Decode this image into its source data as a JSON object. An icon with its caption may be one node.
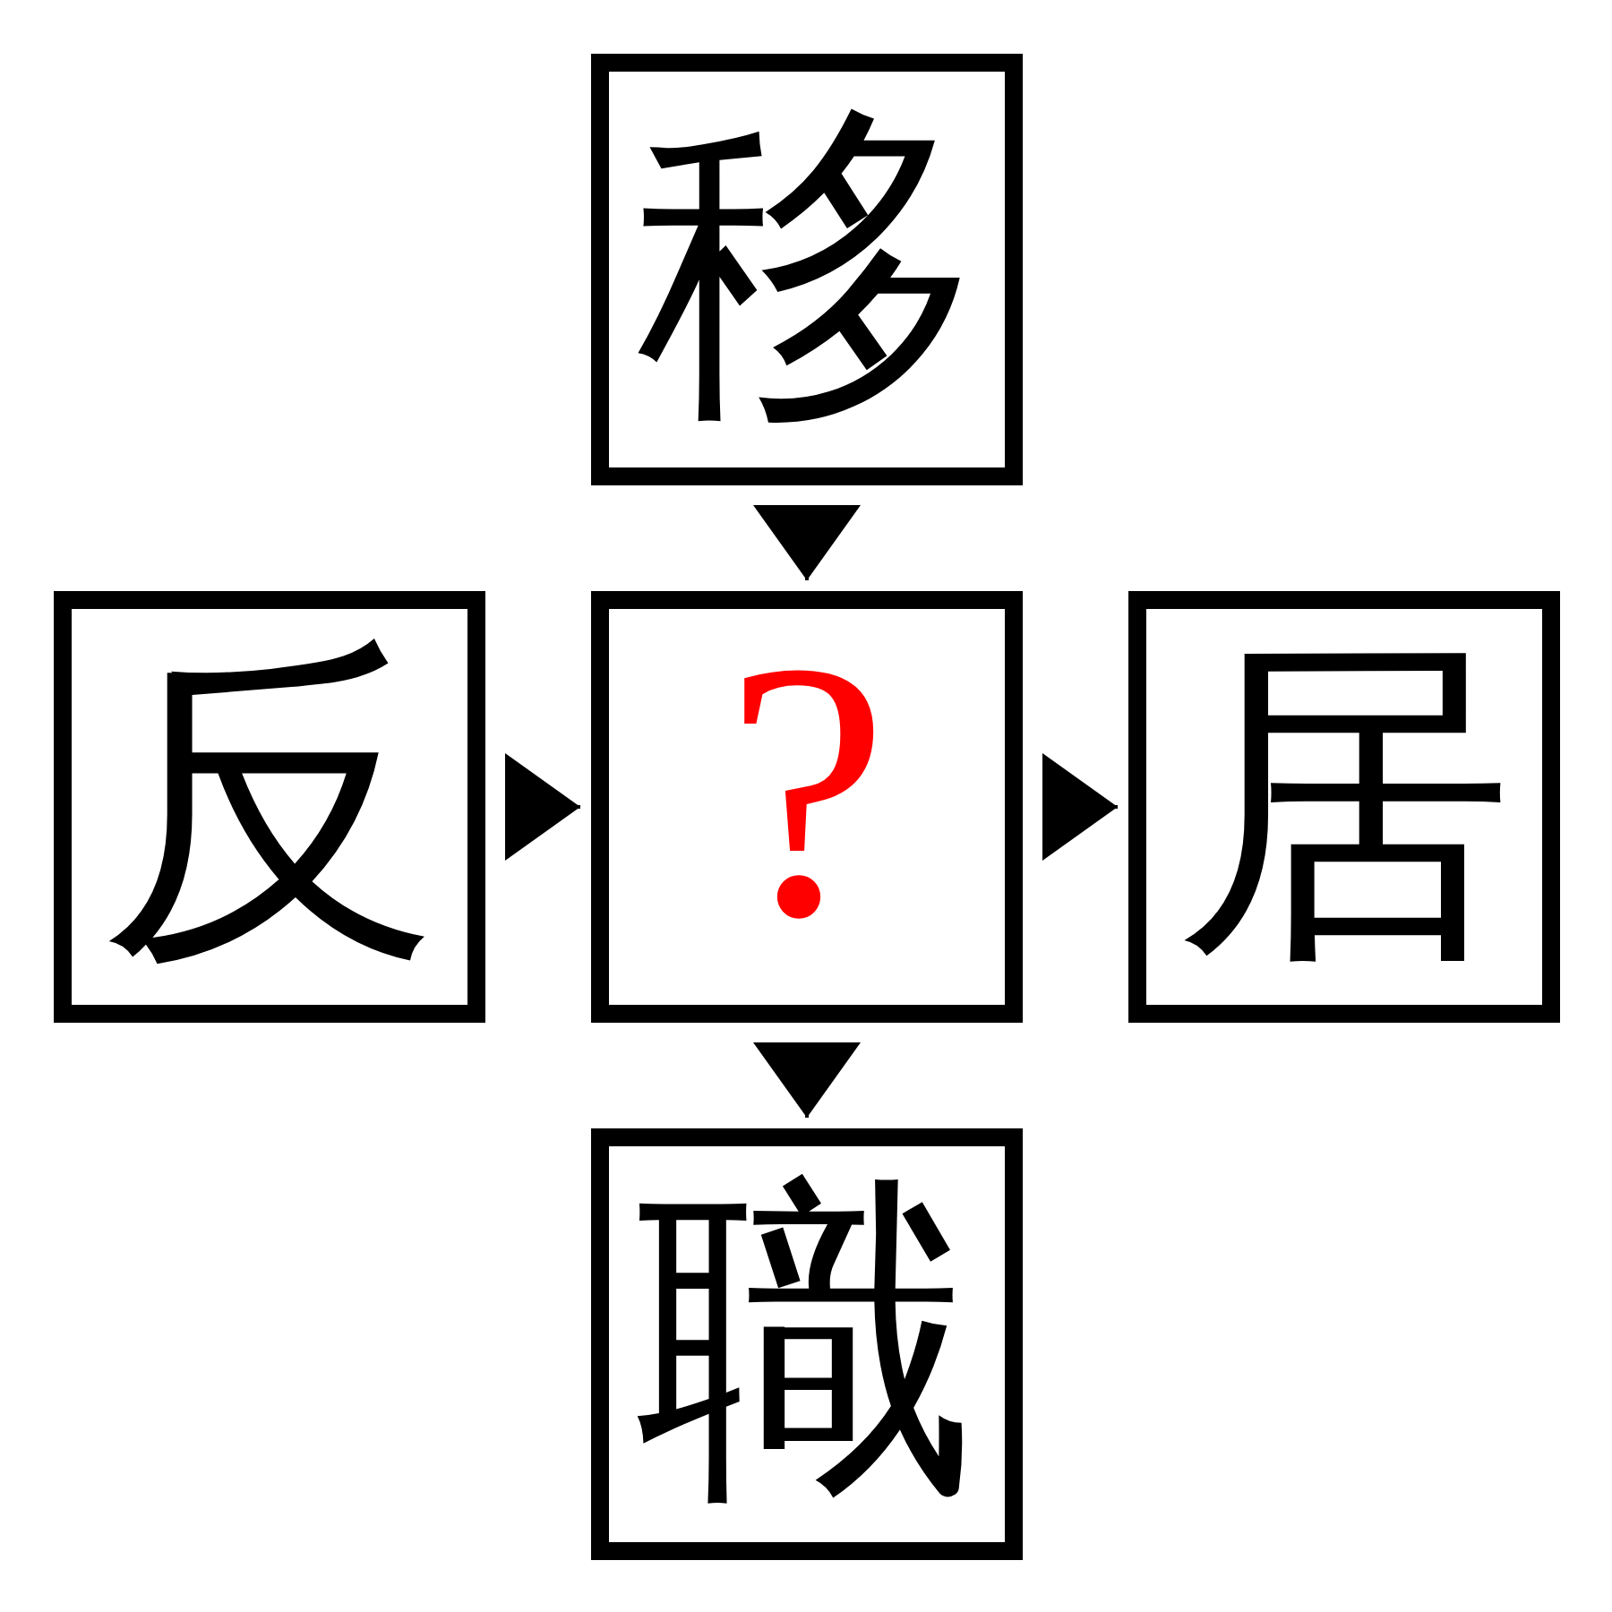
{
  "diagram": {
    "nodes": [
      {
        "text": [
          "移"
        ]
      },
      {
        "text": [
          "反"
        ]
      },
      {
        "text": [
          "?"
        ]
      },
      {
        "text": [
          "居"
        ]
      },
      {
        "text": [
          "職"
        ]
      }
    ],
    "edges": [
      {
        "from": 0,
        "to": 2,
        "arrow": "to"
      },
      {
        "from": 1,
        "to": 2,
        "arrow": "to"
      },
      {
        "from": 2,
        "to": 3,
        "arrow": "to"
      },
      {
        "from": 2,
        "to": 4,
        "arrow": "to"
      }
    ]
  }
}
